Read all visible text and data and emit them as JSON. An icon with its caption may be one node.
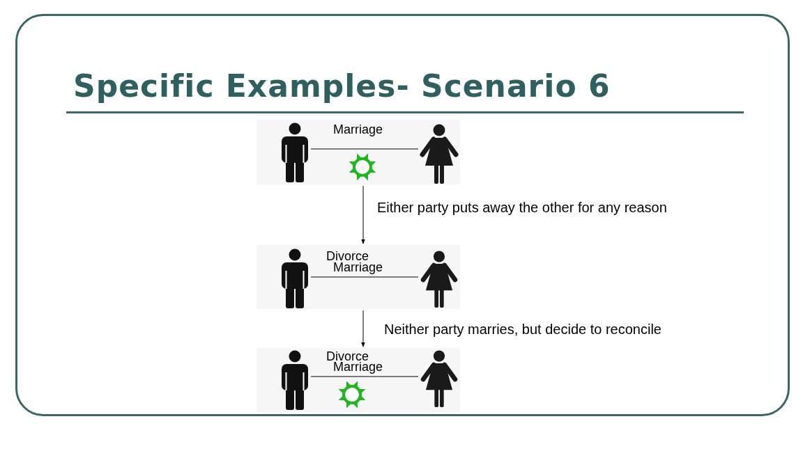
{
  "diagram": {
    "title": "Specific Examples- Scenario 6",
    "nodes": [
      {
        "text": [],
        "shape": "box"
      },
      {
        "text": [],
        "shape": "person",
        "in": 0
      },
      {
        "text": [],
        "shape": "person",
        "in": 0
      },
      {
        "text": [],
        "shape": "box"
      },
      {
        "text": [],
        "shape": "person",
        "in": 3
      },
      {
        "text": [],
        "shape": "person",
        "in": 3
      },
      {
        "text": [],
        "shape": "box"
      },
      {
        "text": [],
        "shape": "person",
        "in": 6
      },
      {
        "text": [],
        "shape": "person",
        "in": 6
      }
    ],
    "edges": [
      {
        "from": 1,
        "to": 2,
        "arrow": "none",
        "label": "Marriage"
      },
      {
        "from": 0,
        "to": 3,
        "arrow": "to",
        "label": "Either party puts away the other for any reason"
      },
      {
        "from": 4,
        "to": 5,
        "arrow": "none",
        "label": "Marriage"
      },
      {
        "from": 3,
        "to": 6,
        "arrow": "to",
        "label": "Neither party marries, but decide to reconcile"
      },
      {
        "from": 7,
        "to": 8,
        "arrow": "none",
        "label": "Marriage"
      }
    ],
    "labels": [
      "Divorce",
      "Divorce"
    ]
  }
}
